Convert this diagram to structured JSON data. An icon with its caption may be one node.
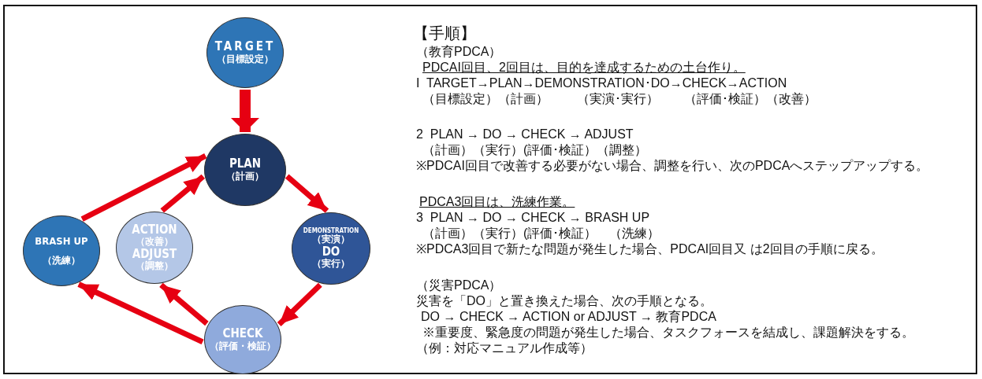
{
  "diagram": {
    "title": "【手順】",
    "nodes": [
      {
        "text": [
          "TARGET",
          "（目標設定）"
        ]
      },
      {
        "text": [
          "PLAN",
          "（計画）"
        ]
      },
      {
        "text": [
          "BRASH UP",
          "（洗練）"
        ]
      },
      {
        "text": [
          "ACTION",
          "（改善）",
          "ADJUST",
          "（調整）"
        ]
      },
      {
        "text": [
          "DEMONSTRATION",
          "（実演）",
          "DO",
          "（実行）"
        ]
      },
      {
        "text": [
          "CHECK",
          "（評価・検証）"
        ]
      }
    ],
    "edges": [
      {
        "from": 0,
        "to": 1,
        "arrow": "to",
        "style": "thick"
      },
      {
        "from": 1,
        "to": 4,
        "arrow": "to"
      },
      {
        "from": 4,
        "to": 5,
        "arrow": "to"
      },
      {
        "from": 5,
        "to": 3,
        "arrow": "to"
      },
      {
        "from": 3,
        "to": 1,
        "arrow": "to"
      },
      {
        "from": 5,
        "to": 2,
        "arrow": "to"
      },
      {
        "from": 2,
        "to": 1,
        "arrow": "to"
      }
    ],
    "labels": [
      "（教育PDCA）",
      "PDCAI回目、2回目は、目的を達成するための土台作り。",
      "I  TARGET→PLAN→DEMONSTRATION･DO→CHECK→ACTION",
      "（目標設定）（計画）　　 （実演･実行）　　（評価･検証）（改善）",
      "2  PLAN → DO → CHECK → ADJUST",
      "（計画）（実行）(評価･検証）（調整）",
      "※PDCAI回目で改善する必要がない場合、調整を行い、次のPDCAへステップアップする。",
      "PDCA3回目は、洗練作業。",
      "3  PLAN → DO → CHECK → BRASH UP",
      "（計画）（実行）(評価･検証）　（洗練）",
      "※PDCA3回目で新たな問題が発生した場合、PDCAI回目又 は2回目の手順に戻る。",
      "（災害PDCA）",
      "災害を「DO」と置き換えた場合、次の手順となる。",
      "DO → CHECK → ACTION or ADJUST → 教育PDCA",
      "※重要度、緊急度の問題が発生した場合、タスクフォースを結成し、課題解決をする。",
      "（例：対応マニュアル作成等）"
    ]
  }
}
